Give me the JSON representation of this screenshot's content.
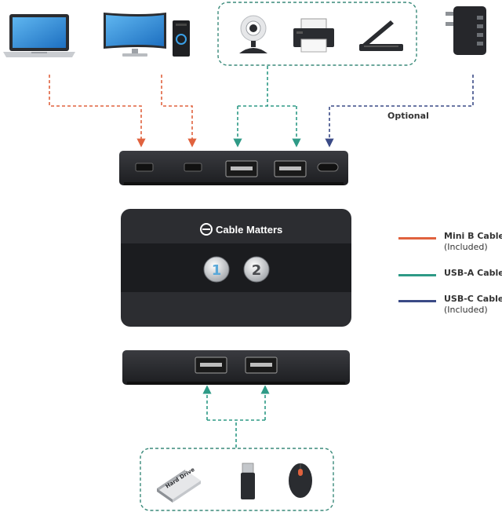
{
  "colors": {
    "orange": "#e0623e",
    "green": "#2e9a86",
    "blue": "#3a4a86",
    "device_dark": "#26272b",
    "box_dash": "#3a8a7a"
  },
  "brand": {
    "name": "Cable Matters",
    "logo_icon": "cable-matters-logo-icon"
  },
  "buttons": {
    "one": "1",
    "two": "2"
  },
  "optional_label": "Optional",
  "legend": [
    {
      "label": "Mini B Cable",
      "sub": "(Included)",
      "color": "#e0623e"
    },
    {
      "label": "USB-A Cable",
      "sub": "",
      "color": "#2e9a86"
    },
    {
      "label": "USB-C Cable",
      "sub": "(Included)",
      "color": "#3a4a86"
    }
  ],
  "hard_drive_text": "Hard Drive",
  "icons": {
    "laptop": "laptop-icon",
    "desktop": "desktop-computer-icon",
    "webcam": "webcam-icon",
    "printer": "printer-icon",
    "scanner": "scanner-icon",
    "power_adapter": "power-adapter-icon",
    "hard_drive": "hard-drive-icon",
    "flash_drive": "usb-flash-drive-icon",
    "mouse": "mouse-icon"
  }
}
